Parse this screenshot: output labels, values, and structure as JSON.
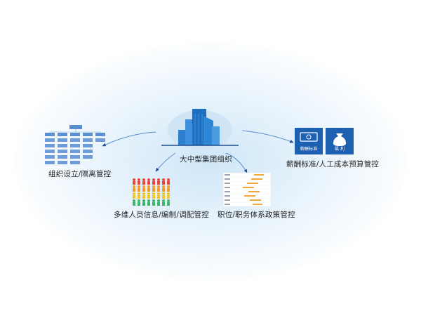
{
  "center": {
    "label": "大中型集团组织"
  },
  "nodes": [
    {
      "id": "org",
      "label": "组织设立/隔离管控"
    },
    {
      "id": "staff",
      "label": "多维人员信息/编制/调配管控"
    },
    {
      "id": "position",
      "label": "职位/职务体系政策管控"
    },
    {
      "id": "salary",
      "label": "薪酬标准/人工成本预算管控",
      "tiles": [
        {
          "caption": "薪酬标准",
          "icon": "money-icon"
        },
        {
          "caption": "福  利",
          "icon": "money-bag-icon"
        }
      ]
    }
  ],
  "colors": {
    "primary_blue": "#1f6fc1",
    "tile_blue": "#1d5fb0",
    "connector": "#5b8fd0",
    "cloud": "#cfe5f6"
  }
}
